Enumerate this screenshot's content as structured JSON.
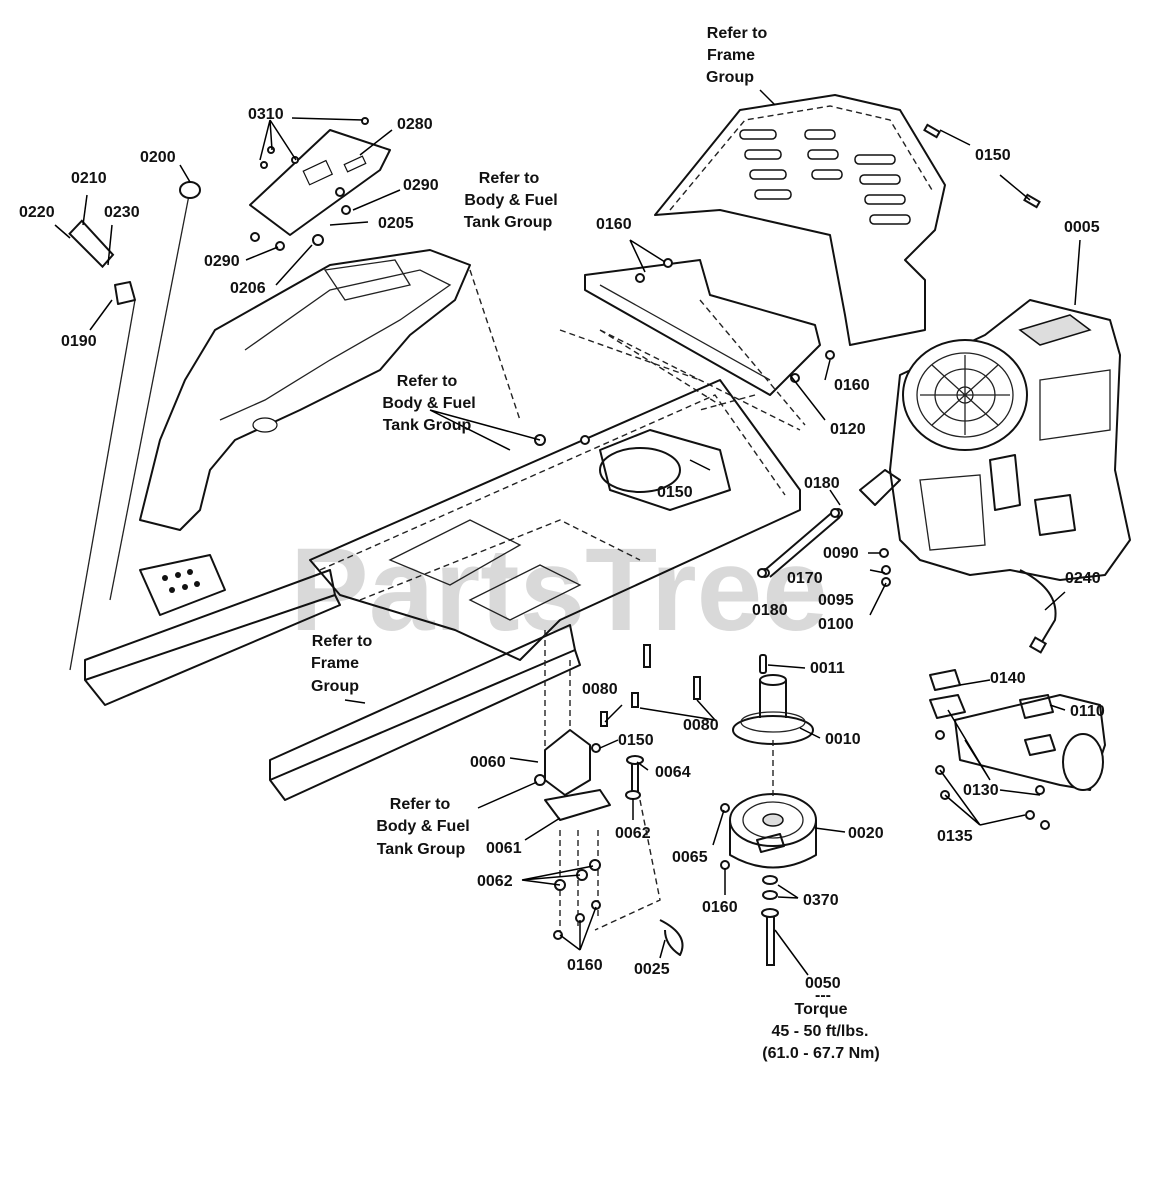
{
  "watermark": "PartsTree",
  "notes": {
    "frame_top": [
      "Refer to",
      "Frame",
      "Group"
    ],
    "frame_bottom": [
      "Refer to",
      "Frame",
      "Group"
    ],
    "body_fuel_top": [
      "Refer to",
      "Body & Fuel",
      "Tank Group"
    ],
    "body_fuel_mid": [
      "Refer to",
      "Body & Fuel",
      "Tank Group"
    ],
    "body_fuel_low": [
      "Refer to",
      "Body & Fuel",
      "Tank Group"
    ],
    "torque": [
      "---",
      "Torque",
      "45 - 50 ft/lbs.",
      "(61.0 - 67.7 Nm)"
    ]
  },
  "labels": {
    "l0005": "0005",
    "l0010": "0010",
    "l0011": "0011",
    "l0020": "0020",
    "l0025": "0025",
    "l0050": "0050",
    "l0060": "0060",
    "l0061": "0061",
    "l0062a": "0062",
    "l0062b": "0062",
    "l0064": "0064",
    "l0065": "0065",
    "l0080a": "0080",
    "l0080b": "0080",
    "l0090": "0090",
    "l0095": "0095",
    "l0100": "0100",
    "l0110": "0110",
    "l0120": "0120",
    "l0130": "0130",
    "l0135": "0135",
    "l0140": "0140",
    "l0150a": "0150",
    "l0150b": "0150",
    "l0150c": "0150",
    "l0160a": "0160",
    "l0160b": "0160",
    "l0160c": "0160",
    "l0160d": "0160",
    "l0170": "0170",
    "l0180a": "0180",
    "l0180b": "0180",
    "l0190": "0190",
    "l0200": "0200",
    "l0205": "0205",
    "l0206": "0206",
    "l0210": "0210",
    "l0220": "0220",
    "l0230": "0230",
    "l0240": "0240",
    "l0280": "0280",
    "l0290a": "0290",
    "l0290b": "0290",
    "l0310": "0310",
    "l0370": "0370"
  }
}
